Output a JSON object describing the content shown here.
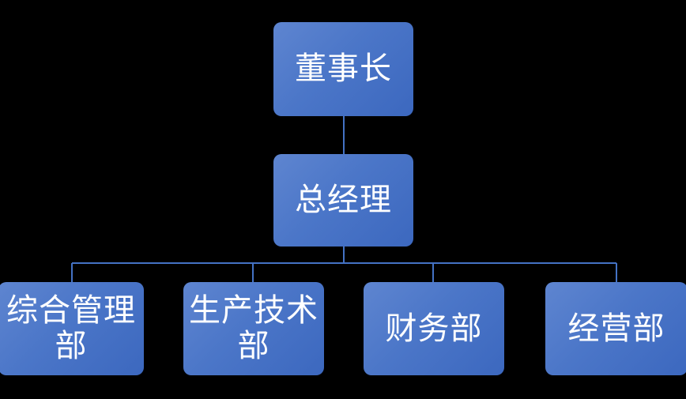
{
  "chart_data": {
    "type": "diagram",
    "diagram_type": "organization-chart",
    "title": "",
    "background_color": "#000000",
    "node_fill_top": "#5E85D0",
    "node_fill_bottom": "#3C68BF",
    "connector_color": "#4472C4",
    "text_color": "#FFFFFF",
    "levels": 3,
    "nodes": [
      {
        "id": "chairman",
        "label": "董事长",
        "level": 1
      },
      {
        "id": "general-manager",
        "label": "总经理",
        "level": 2
      },
      {
        "id": "dept-general-admin",
        "label": "综合管理部",
        "level": 3
      },
      {
        "id": "dept-production-tech",
        "label": "生产技术部",
        "level": 3
      },
      {
        "id": "dept-finance",
        "label": "财务部",
        "level": 3
      },
      {
        "id": "dept-operations",
        "label": "经营部",
        "level": 3
      }
    ],
    "edges": [
      {
        "from": "chairman",
        "to": "general-manager"
      },
      {
        "from": "general-manager",
        "to": "dept-general-admin"
      },
      {
        "from": "general-manager",
        "to": "dept-production-tech"
      },
      {
        "from": "general-manager",
        "to": "dept-finance"
      },
      {
        "from": "general-manager",
        "to": "dept-operations"
      }
    ]
  },
  "chart": {
    "level1": {
      "chairman": "董事长"
    },
    "level2": {
      "general_manager": "总经理"
    },
    "level3": {
      "dept_1": "综合管理\n部",
      "dept_2": "生产技术\n部",
      "dept_3": "财务部",
      "dept_4": "经营部"
    }
  }
}
